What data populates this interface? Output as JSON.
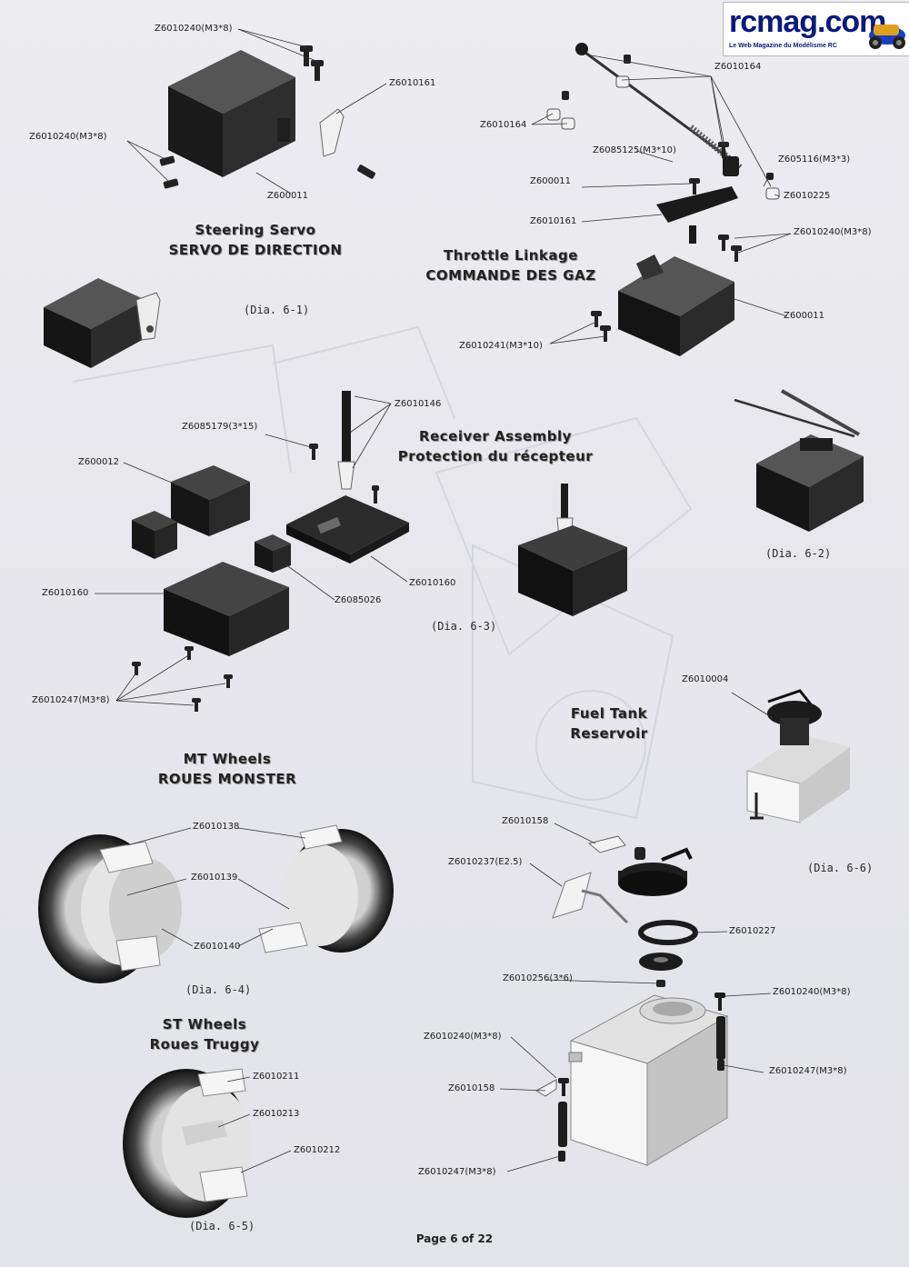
{
  "logo": {
    "text": "rcmag.com",
    "tagline": "Le Web Magazine du Modélisme RC"
  },
  "sections": {
    "steering": {
      "title": "Steering Servo",
      "subtitle": "SERVO DE DIRECTION",
      "diagram": "(Dia. 6-1)"
    },
    "throttle": {
      "title": "Throttle Linkage",
      "subtitle": "COMMANDE DES GAZ",
      "diagram": "(Dia. 6-2)"
    },
    "receiver": {
      "title": "Receiver Assembly",
      "subtitle": "Protection du récepteur",
      "diagram": "(Dia. 6-3)"
    },
    "fuel": {
      "title": "Fuel Tank",
      "subtitle": "Reservoir",
      "diagram": "(Dia. 6-6)"
    },
    "mt_wheels": {
      "title": "MT Wheels",
      "subtitle": "ROUES MONSTER",
      "diagram": "(Dia. 6-4)"
    },
    "st_wheels": {
      "title": "ST Wheels",
      "subtitle": "Roues Truggy",
      "diagram": "(Dia.  6-5)"
    }
  },
  "labels": {
    "s1": "Z6010240(M3*8)",
    "s2": "Z6010161",
    "s3": "Z6010240(M3*8)",
    "s4": "Z600011",
    "t1": "Z6010164",
    "t2": "Z6010164",
    "t3": "Z6085125(M3*10)",
    "t4": "Z605116(M3*3)",
    "t5": "Z600011",
    "t6": "Z6010225",
    "t7": "Z6010161",
    "t8": "Z6010240(M3*8)",
    "t9": "Z600011",
    "t10": "Z6010241(M3*10)",
    "r1": "Z6010146",
    "r2": "Z6085179(3*15)",
    "r3": "Z600012",
    "r4": "Z6010160",
    "r5": "Z6010160",
    "r6": "Z6085026",
    "r7": "Z6010247(M3*8)",
    "f1": "Z6010004",
    "f2": "Z6010158",
    "f3": "Z6010237(E2.5)",
    "f4": "Z6010227",
    "f5": "Z6010256(3*6)",
    "f6": "Z6010240(M3*8)",
    "f7": "Z6010240(M3*8)",
    "f8": "Z6010247(M3*8)",
    "f9": "Z6010158",
    "f10": "Z6010247(M3*8)",
    "w1": "Z6010138",
    "w2": "Z6010139",
    "w3": "Z6010140",
    "w4": "Z6010211",
    "w5": "Z6010213",
    "w6": "Z6010212"
  },
  "footer": {
    "page": "Page 6 of 22"
  }
}
